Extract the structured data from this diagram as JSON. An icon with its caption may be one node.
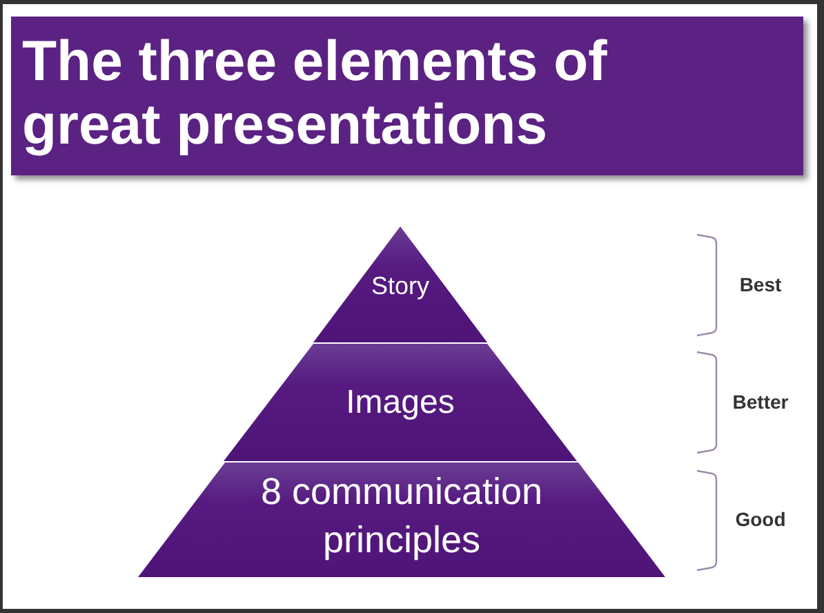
{
  "diagram": {
    "title": "The three elements of great presentations",
    "nodes": [
      {
        "text": [
          "Story"
        ]
      },
      {
        "text": [
          "Images"
        ]
      },
      {
        "text": [
          "8 communication principles"
        ]
      }
    ],
    "labels": [
      "Best",
      "Better",
      "Good"
    ]
  }
}
